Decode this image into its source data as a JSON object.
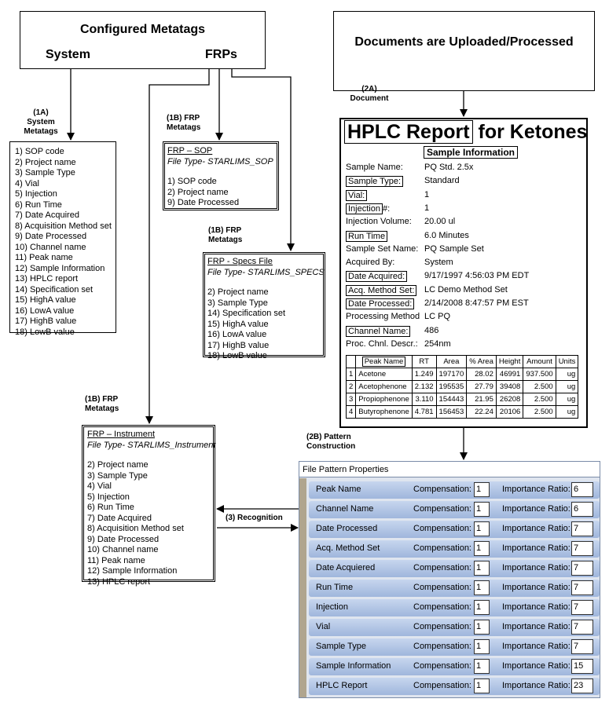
{
  "configured": {
    "title": "Configured Metatags",
    "system": "System",
    "frps": "FRPs"
  },
  "documents": {
    "title": "Documents are Uploaded/Processed"
  },
  "labels": {
    "system_metatags": "(1A)\nSystem\nMetatags",
    "frp_metatags_sop": "(1B) FRP\nMetatags",
    "frp_metatags_specs": "(1B) FRP\nMetatags",
    "frp_metatags_instrument": "(1B) FRP\nMetatags",
    "document": "(2A)\nDocument",
    "pattern": "(2B) Pattern\nConstruction",
    "recognition": "(3) Recognition"
  },
  "system_list": [
    "1) SOP code",
    "2) Project name",
    "3) Sample Type",
    "4) Vial",
    "5) Injection",
    "6) Run Time",
    "7) Date Acquired",
    "8) Acquisition Method set",
    "9) Date Processed",
    "10) Channel name",
    "11) Peak name",
    "12) Sample Information",
    "13) HPLC report",
    "14) Specification set",
    "15) HighA value",
    "16) LowA value",
    "17) HighB value",
    "18) LowB value"
  ],
  "frp_sop": {
    "title": "FRP – SOP",
    "filetype": "File Type- STARLIMS_SOP",
    "items": [
      "1) SOP code",
      "2) Project name",
      "9) Date Processed"
    ]
  },
  "frp_specs": {
    "title": "FRP - Specs File",
    "filetype": "File Type- STARLIMS_SPECS",
    "items": [
      "2) Project name",
      "3) Sample Type",
      "14) Specification set",
      "15) HighA value",
      "16) LowA value",
      "17) HighB value",
      "18) LowB value"
    ]
  },
  "frp_instrument": {
    "title": "FRP – Instrument",
    "filetype": "File Type- STARLIMS_Instrument",
    "items": [
      "2) Project name",
      "3) Sample Type",
      "4) Vial",
      "5) Injection",
      "6) Run Time",
      "7) Date Acquired",
      "8) Acquisition Method set",
      "9) Date Processed",
      "10) Channel name",
      "11) Peak name",
      "12) Sample Information",
      "13) HPLC report"
    ]
  },
  "report": {
    "title_box": "HPLC Report",
    "title_rest": " for Ketones",
    "sample_info": "Sample Information",
    "fields": [
      {
        "label": "Sample Name:",
        "value": "PQ Std. 2.5x",
        "boxed": false,
        "suffix": ""
      },
      {
        "label": "Sample Type:",
        "value": "Standard",
        "boxed": true,
        "suffix": ""
      },
      {
        "label": "Vial:",
        "value": "1",
        "boxed": true,
        "suffix": ""
      },
      {
        "label": "Injection",
        "value": "1",
        "boxed": true,
        "suffix": "#:"
      },
      {
        "label": "Injection Volume:",
        "value": "20.00 ul",
        "boxed": false,
        "suffix": ""
      },
      {
        "label": "Run Time",
        "value": "6.0 Minutes",
        "boxed": true,
        "suffix": ""
      },
      {
        "label": "Sample Set Name:",
        "value": "PQ Sample Set",
        "boxed": false,
        "suffix": ""
      },
      {
        "label": "Acquired By:",
        "value": "System",
        "boxed": false,
        "suffix": ""
      },
      {
        "label": "Date Acquired:",
        "value": "9/17/1997 4:56:03 PM EDT",
        "boxed": true,
        "suffix": ""
      },
      {
        "label": "Acq. Method Set:",
        "value": "LC Demo Method Set",
        "boxed": true,
        "suffix": ""
      },
      {
        "label": "Date Processed:",
        "value": "2/14/2008 8:47:57 PM EST",
        "boxed": true,
        "suffix": ""
      },
      {
        "label": "Processing Method",
        "value": "LC PQ",
        "boxed": false,
        "suffix": ""
      },
      {
        "label": "Channel Name:",
        "value": "486",
        "boxed": true,
        "suffix": ""
      },
      {
        "label": "Proc. Chnl. Descr.:",
        "value": "254nm",
        "boxed": false,
        "suffix": ""
      }
    ],
    "table_headers": [
      "",
      "Peak Name",
      "RT",
      "Area",
      "% Area",
      "Height",
      "Amount",
      "Units"
    ],
    "table_rows": [
      [
        "1",
        "Acetone",
        "1.249",
        "197170",
        "28.02",
        "46991",
        "937.500",
        "ug"
      ],
      [
        "2",
        "Acetophenone",
        "2.132",
        "195535",
        "27.79",
        "39408",
        "2.500",
        "ug"
      ],
      [
        "3",
        "Propiophenone",
        "3.110",
        "154443",
        "21.95",
        "26208",
        "2.500",
        "ug"
      ],
      [
        "4",
        "Butyrophenone",
        "4.781",
        "156453",
        "22.24",
        "20106",
        "2.500",
        "ug"
      ]
    ]
  },
  "file_pattern": {
    "title": "File Pattern Properties",
    "compensation_label": "Compensation:",
    "importance_label": "Importance Ratio:",
    "rows": [
      {
        "name": "Peak Name",
        "compensation": "1",
        "importance": "6"
      },
      {
        "name": "Channel Name",
        "compensation": "1",
        "importance": "6"
      },
      {
        "name": "Date Processed",
        "compensation": "1",
        "importance": "7"
      },
      {
        "name": "Acq. Method Set",
        "compensation": "1",
        "importance": "7"
      },
      {
        "name": "Date Acquiered",
        "compensation": "1",
        "importance": "7"
      },
      {
        "name": "Run Time",
        "compensation": "1",
        "importance": "7"
      },
      {
        "name": "Injection",
        "compensation": "1",
        "importance": "7"
      },
      {
        "name": "Vial",
        "compensation": "1",
        "importance": "7"
      },
      {
        "name": "Sample Type",
        "compensation": "1",
        "importance": "7"
      },
      {
        "name": "Sample Information",
        "compensation": "1",
        "importance": "15"
      },
      {
        "name": "HPLC Report",
        "compensation": "1",
        "importance": "23"
      }
    ]
  }
}
